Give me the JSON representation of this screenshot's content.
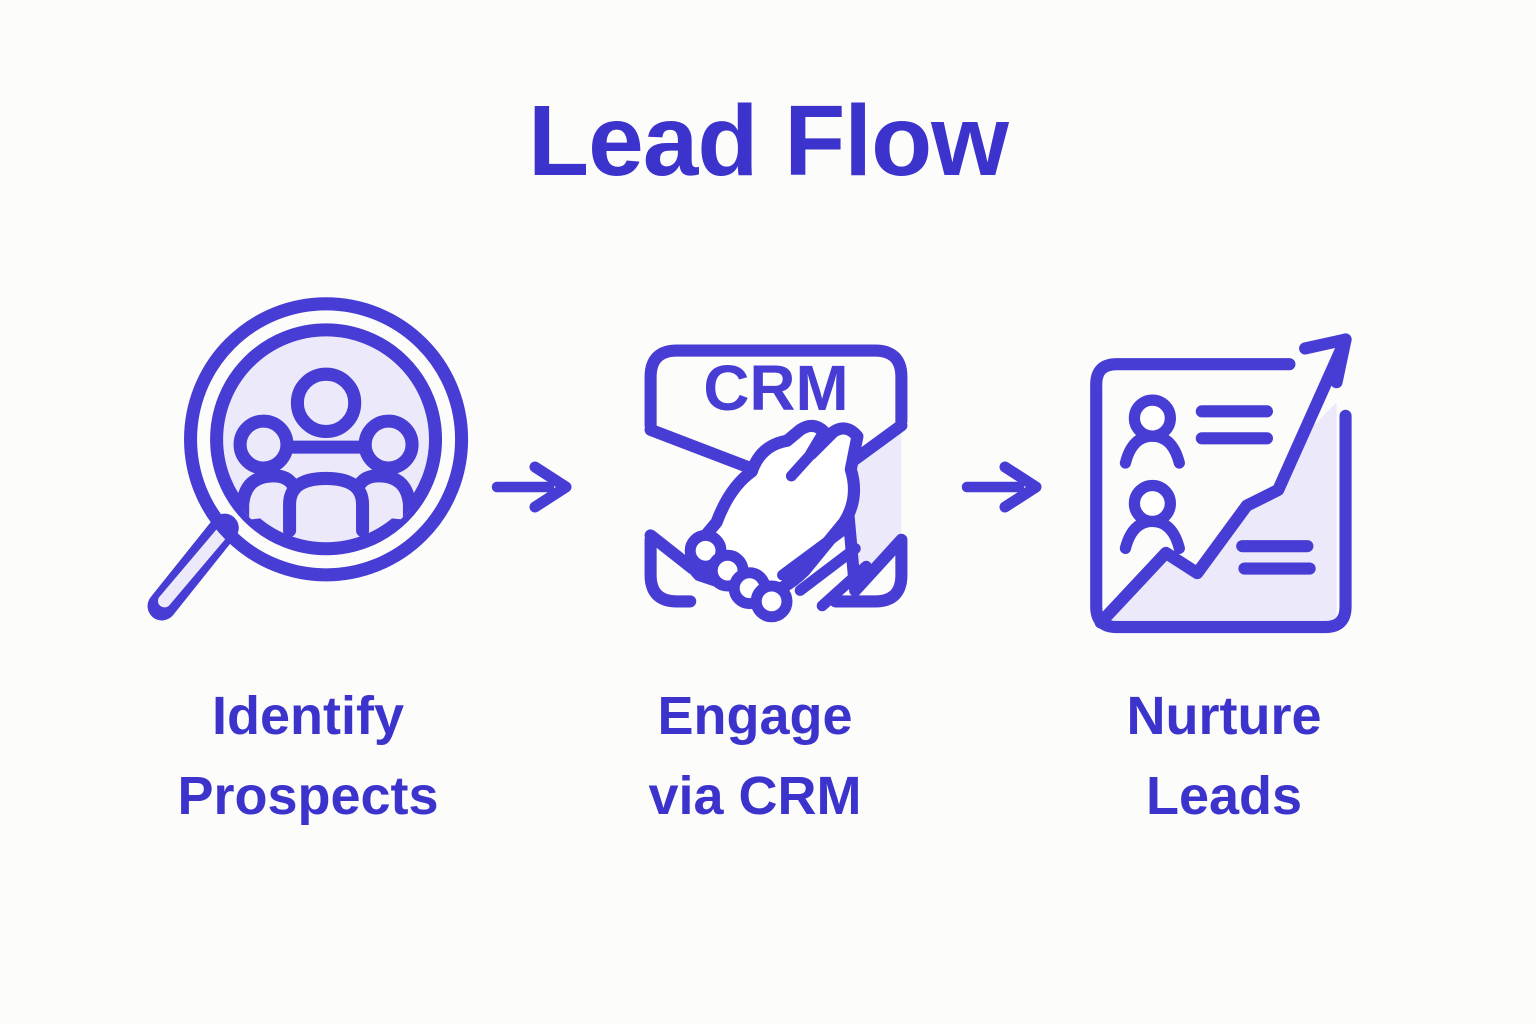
{
  "title": "Lead Flow",
  "colors": {
    "background": "#fcfcfb",
    "accent": "#473cd4",
    "accent_text": "#3c33cc",
    "icon_fill": "#eceafa"
  },
  "steps": [
    {
      "icon": "magnifier-people-icon",
      "label_line1": "Identify",
      "label_line2": "Prospects"
    },
    {
      "icon": "crm-handshake-icon",
      "badge": "CRM",
      "label_line1": "Engage",
      "label_line2": "via CRM"
    },
    {
      "icon": "growth-report-icon",
      "label_line1": "Nurture",
      "label_line2": "Leads"
    }
  ],
  "connectors": [
    {
      "icon": "arrow-right-icon"
    },
    {
      "icon": "arrow-right-icon"
    }
  ]
}
